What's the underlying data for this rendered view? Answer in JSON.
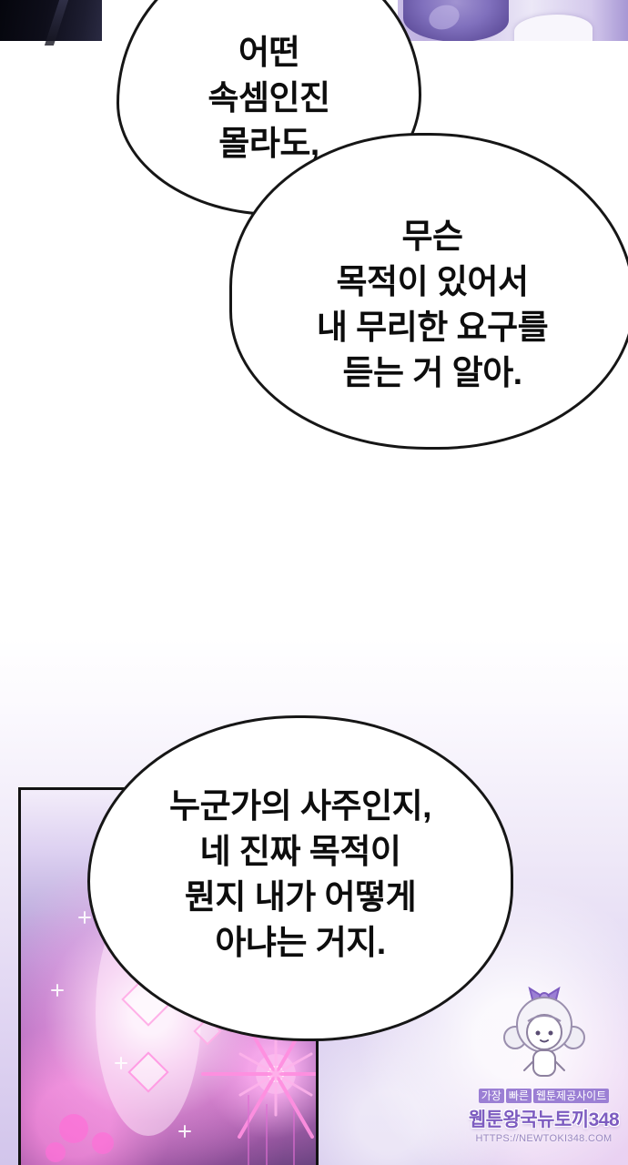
{
  "bubbles": {
    "b1": {
      "lines": [
        "어떤",
        "속셈인진",
        "몰라도,"
      ]
    },
    "b2": {
      "lines": [
        "무슨",
        "목적이 있어서",
        "내 무리한 요구를",
        "듣는 거 알아."
      ]
    },
    "b3": {
      "lines": [
        "누군가의 사주인지,",
        "네 진짜 목적이",
        "뭔지 내가 어떻게",
        "아냐는 거지."
      ]
    }
  },
  "watermark": {
    "tagline_words": [
      "가장",
      "빠른",
      "웹툰제공사이트"
    ],
    "site_name": "웹툰왕국뉴토끼348",
    "site_url": "HTTPS://NEWTOKI348.COM"
  },
  "colors": {
    "bubble_outline": "#161616",
    "text": "#0d0d0d",
    "lavender_background": "#d2c5eb",
    "panel_glow_pink": "#ff8fe0",
    "watermark_purple": "#7d5cc0"
  }
}
